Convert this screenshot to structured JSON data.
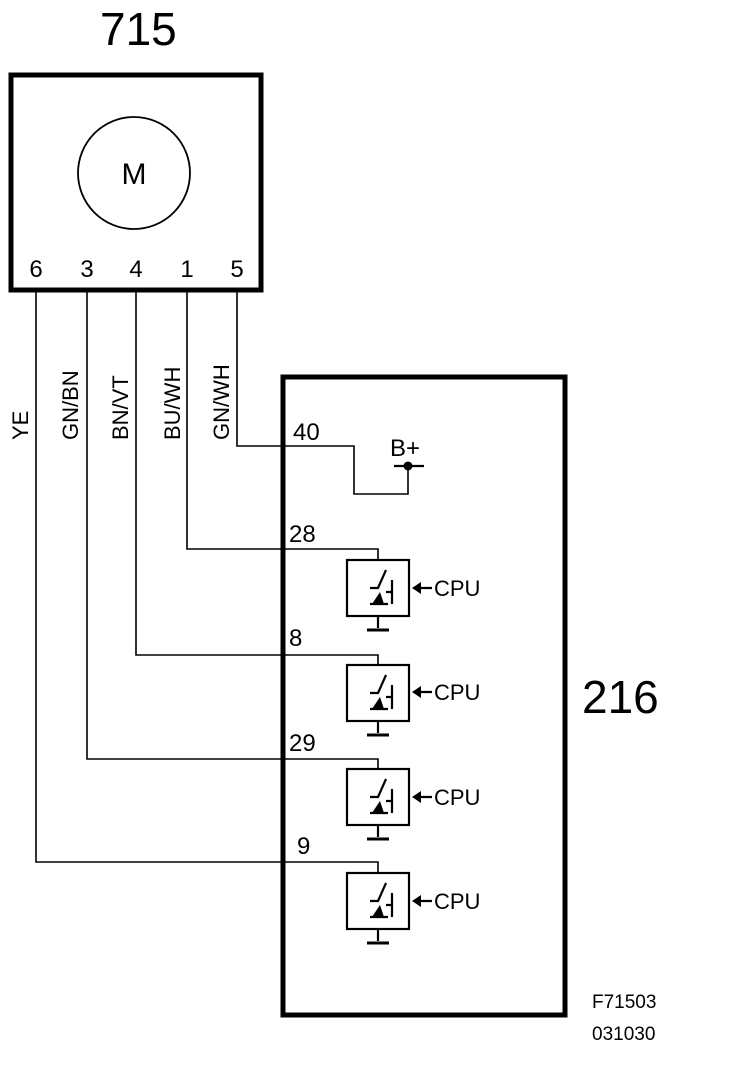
{
  "motor_unit": {
    "id": "715",
    "symbol": "M",
    "pins": [
      "6",
      "3",
      "4",
      "1",
      "5"
    ]
  },
  "control_module": {
    "id": "216",
    "supply_label": "B+",
    "supply_pin": "40",
    "switch_pins": [
      "28",
      "8",
      "29",
      "9"
    ],
    "control_label": "CPU"
  },
  "wires": [
    "YE",
    "GN/BN",
    "BN/VT",
    "BU/WH",
    "GN/WH"
  ],
  "figure_ref": {
    "code": "F71503",
    "date": "031030"
  }
}
